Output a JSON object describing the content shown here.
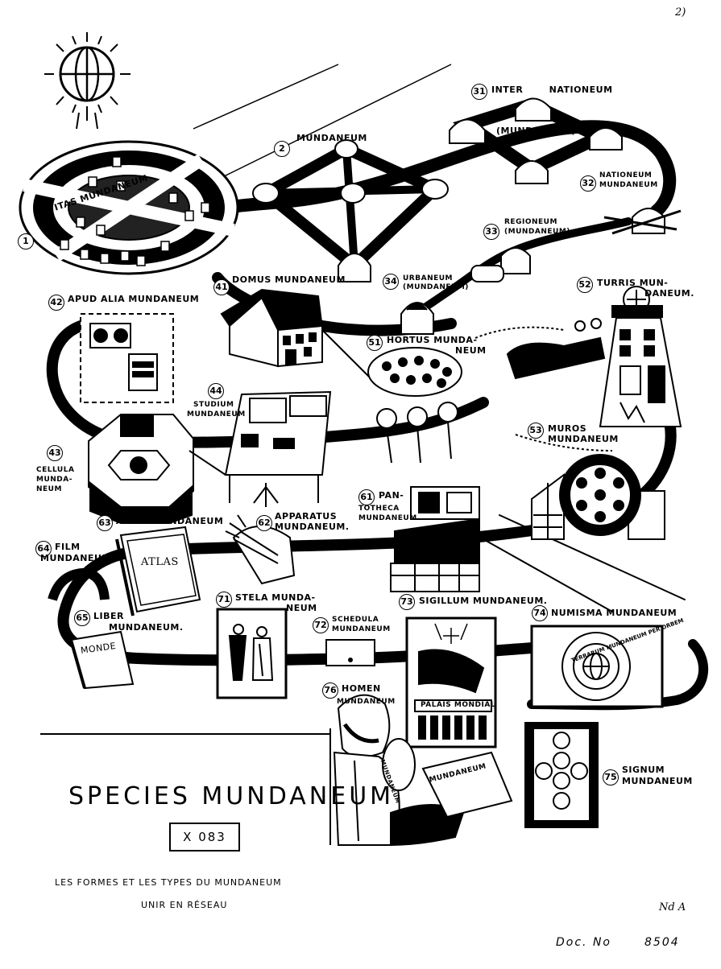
{
  "title": "SPECIES MUNDANEUM",
  "code": "X 083",
  "caption_line1": "LES FORMES ET LES TYPES DU MUNDANEUM",
  "caption_line2": "UNIR EN RÉSEAU",
  "doc_number_label": "Doc. No",
  "doc_number": "8504",
  "corner_mark_top": "2)",
  "corner_mark_bottom": "Nd A",
  "items": [
    {
      "num": "1",
      "label": "CIVITAS MUNDANEUM"
    },
    {
      "num": "2",
      "label": "MUNDANEUM"
    },
    {
      "num": "31",
      "label": "INTER NATIONEUM",
      "sub": "(MUNDANEUM)"
    },
    {
      "num": "32",
      "label": "NATIONEUM",
      "sub": "MUNDANEUM"
    },
    {
      "num": "33",
      "label": "REGIONEUM",
      "sub": "(MUNDANEUM)"
    },
    {
      "num": "34",
      "label": "URBANEUM",
      "sub": "(MUNDANEUM)"
    },
    {
      "num": "41",
      "label": "DOMUS MUNDANEUM"
    },
    {
      "num": "42",
      "label": "APUD ALIA MUNDANEUM"
    },
    {
      "num": "43",
      "label": "CELLULA",
      "sub": "MUNDA-NEUM"
    },
    {
      "num": "44",
      "label": "STUDIUM",
      "sub": "MUNDANEUM"
    },
    {
      "num": "51",
      "label": "HORTUS MUNDA-",
      "sub": "NEUM"
    },
    {
      "num": "52",
      "label": "TURRIS MUN-",
      "sub": "DANEUM."
    },
    {
      "num": "53",
      "label": "MUROS",
      "sub": "MUNDANEUM"
    },
    {
      "num": "61",
      "label": "PAN-",
      "sub": "TOTHECA MUNDANEUM"
    },
    {
      "num": "62",
      "label": "APPARATUS",
      "sub": "MUNDANEUM."
    },
    {
      "num": "63",
      "label": "ATLAS MUNDANEUM"
    },
    {
      "num": "64",
      "label": "FILM",
      "sub": "MUNDANEUM"
    },
    {
      "num": "65",
      "label": "LIBER",
      "sub": "MUNDANEUM."
    },
    {
      "num": "71",
      "label": "STELA MUNDA-",
      "sub": "NEUM"
    },
    {
      "num": "72",
      "label": "SCHEDULA",
      "sub": "MUNDANEUM"
    },
    {
      "num": "73",
      "label": "SIGILLUM MUNDANEUM."
    },
    {
      "num": "74",
      "label": "NUMISMA MUNDANEUM"
    },
    {
      "num": "75",
      "label": "SIGNUM",
      "sub": "MUNDANEUM"
    },
    {
      "num": "76",
      "label": "HOMEN",
      "sub": "MUNDANEUM"
    }
  ],
  "inner_texts": {
    "atlas": "ATLAS",
    "liber": "MONDE",
    "palais": "PALAIS MONDIAL",
    "coin_ring": "TERRARUM MUNDANEUM PER ORBEM",
    "homo_book": "MUNDANEUM",
    "homo_badge": "MUNDANEUM"
  }
}
